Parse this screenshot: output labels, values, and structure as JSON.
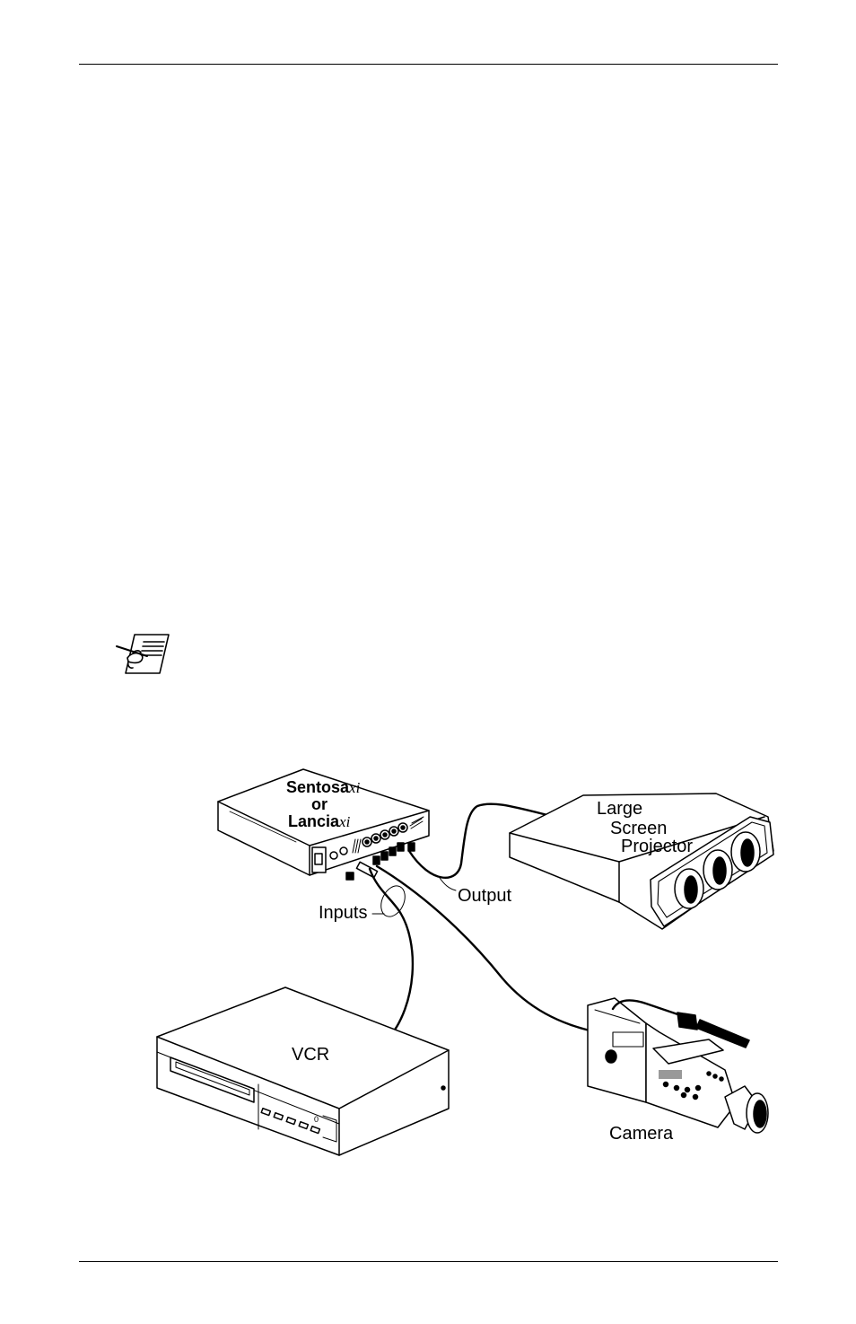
{
  "diagram": {
    "device": {
      "name1": "Sentosa",
      "suffix1": "xi",
      "or": "or",
      "name2": "Lancia",
      "suffix2": "xi"
    },
    "projector": {
      "line1": "Large",
      "line2": "Screen",
      "line3": "Projector"
    },
    "output_label": "Output",
    "inputs_label": "Inputs",
    "vcr_label": "VCR",
    "camera_label": "Camera",
    "vcr_power_mark": "0"
  },
  "icons": {
    "note": "note-pencil-icon"
  }
}
